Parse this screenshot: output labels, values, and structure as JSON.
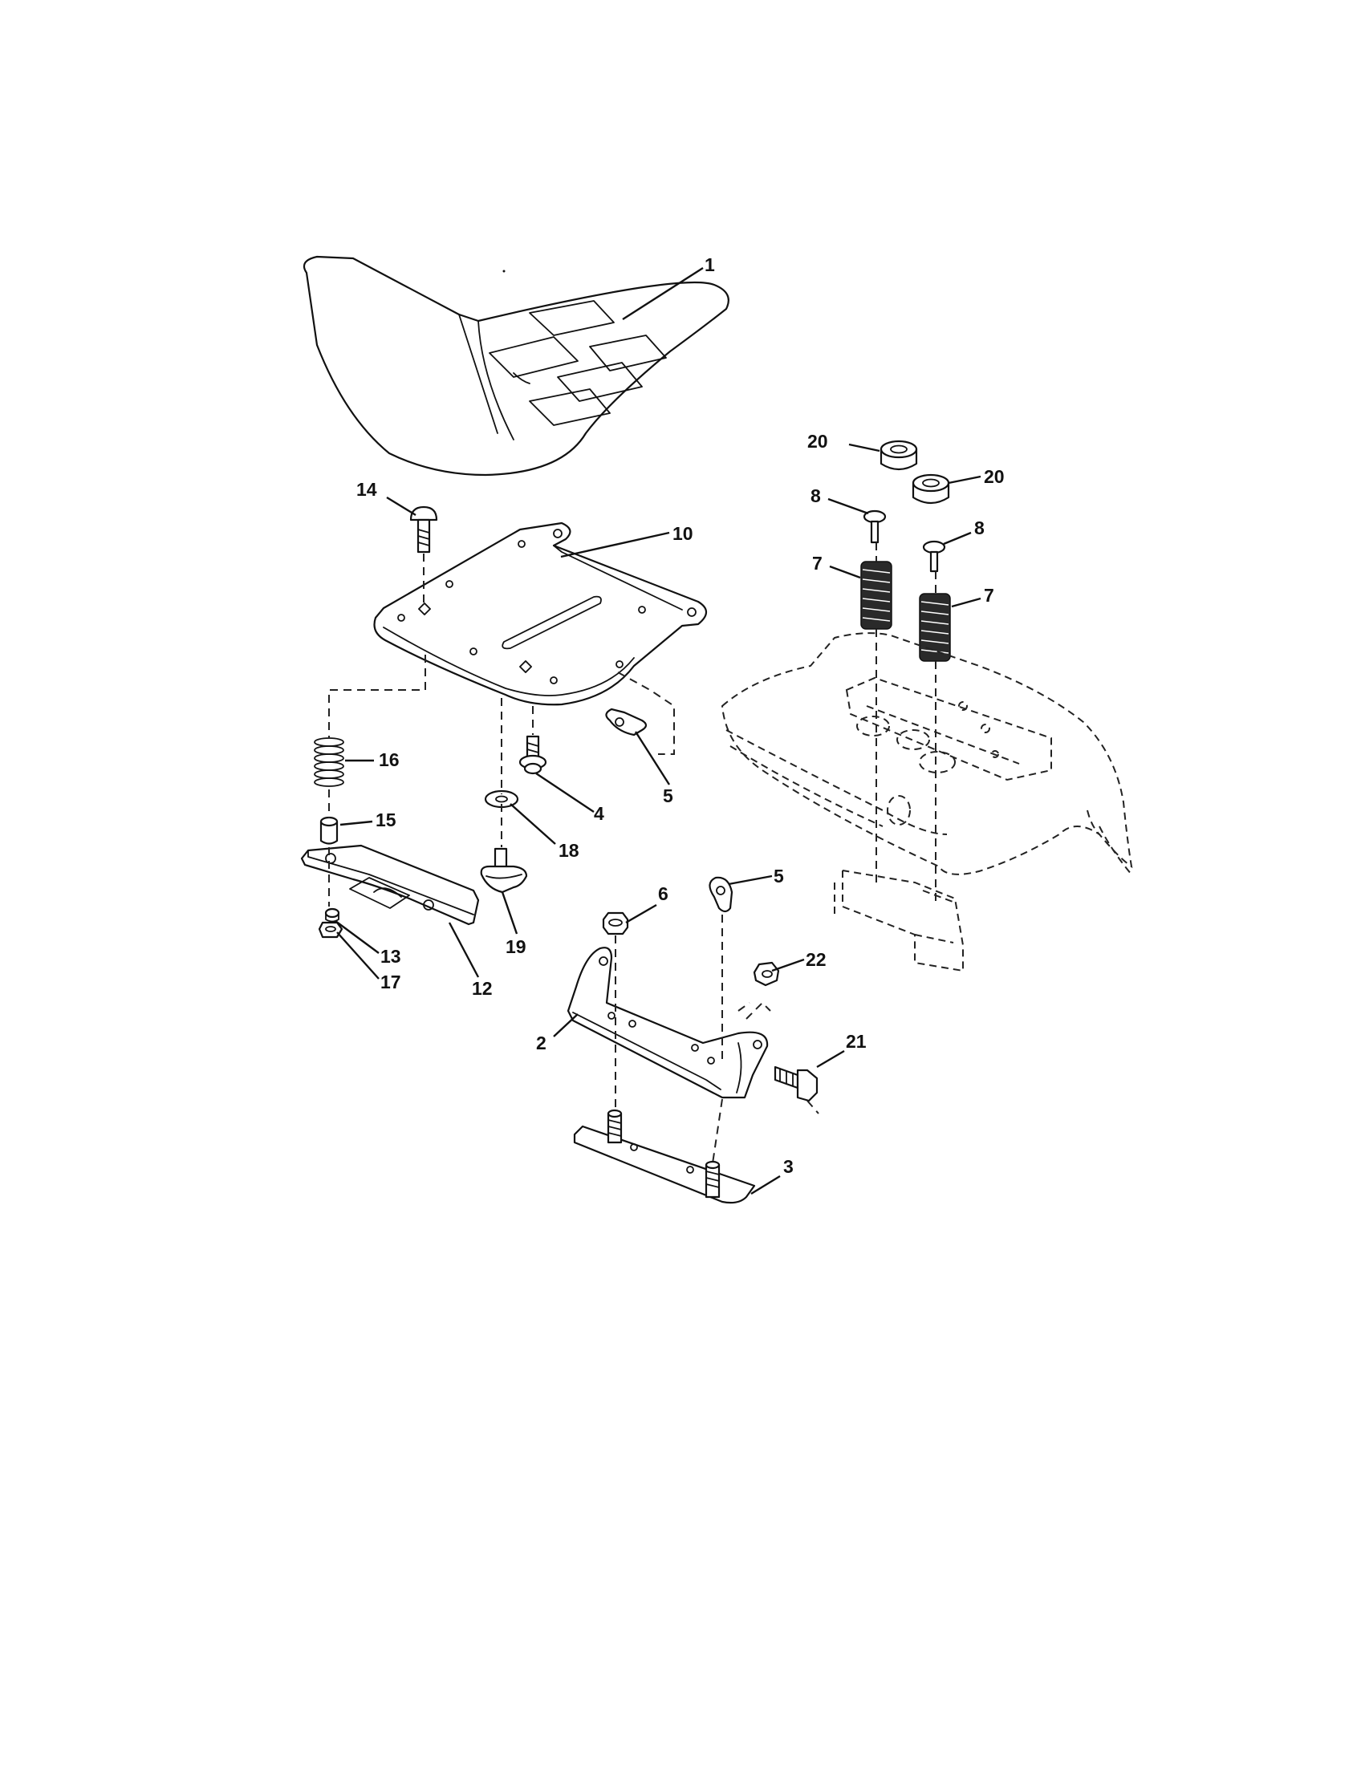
{
  "callouts": {
    "c1": "1",
    "c2": "2",
    "c3": "3",
    "c4": "4",
    "c5a": "5",
    "c5b": "5",
    "c6": "6",
    "c7a": "7",
    "c7b": "7",
    "c8a": "8",
    "c8b": "8",
    "c10": "10",
    "c12": "12",
    "c13": "13",
    "c14": "14",
    "c15": "15",
    "c16": "16",
    "c17": "17",
    "c18": "18",
    "c19": "19",
    "c20a": "20",
    "c20b": "20",
    "c21": "21",
    "c22": "22"
  }
}
